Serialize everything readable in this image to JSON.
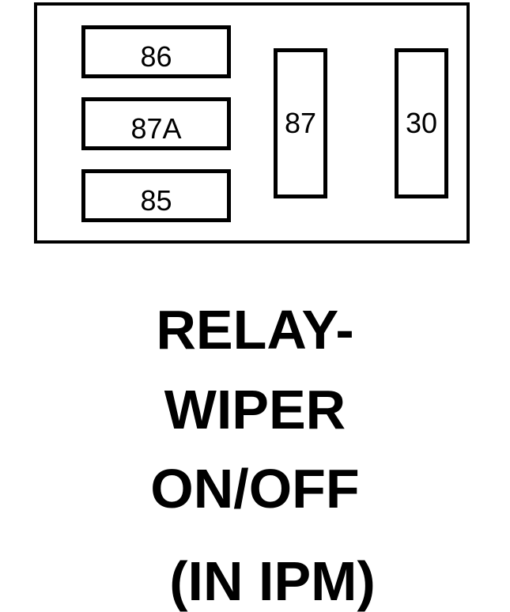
{
  "relay": {
    "pins": {
      "pin_86": "86",
      "pin_87a": "87A",
      "pin_85": "85",
      "pin_87": "87",
      "pin_30": "30"
    }
  },
  "caption": {
    "line1": "RELAY-",
    "line2": "WIPER",
    "line3": "ON/OFF",
    "line4": "(IN IPM)"
  },
  "colors": {
    "stroke": "#000000",
    "background": "#ffffff"
  }
}
